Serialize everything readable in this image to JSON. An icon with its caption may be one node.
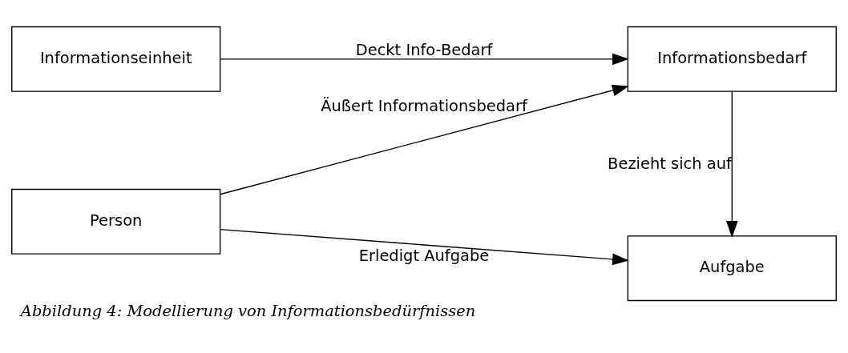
{
  "diagram": {
    "caption": "Abbildung 4: Modellierung von Informationsbedürfnissen",
    "nodes": [
      {
        "text": [
          "Person"
        ]
      },
      {
        "text": [
          "Aufgabe"
        ]
      },
      {
        "text": [
          "Informationseinheit"
        ]
      },
      {
        "text": [
          "Informationsbedarf"
        ]
      }
    ],
    "edges": [
      {
        "from": 0,
        "to": 1,
        "arrow": "to",
        "label": "Erledigt Aufgabe"
      },
      {
        "from": 0,
        "to": 3,
        "arrow": "to",
        "label": "Äußert Informationsbedarf"
      },
      {
        "from": 3,
        "to": 1,
        "arrow": "to",
        "label": "Bezieht sich auf"
      },
      {
        "from": 2,
        "to": 3,
        "arrow": "to",
        "label": "Deckt Info-Bedarf"
      }
    ]
  }
}
